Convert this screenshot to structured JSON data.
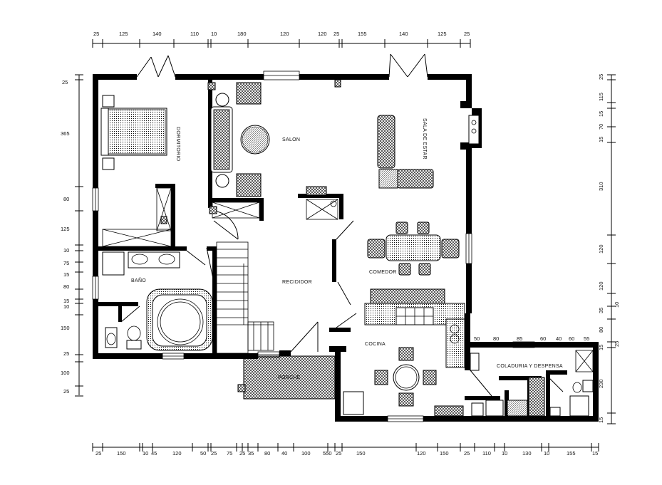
{
  "rooms": {
    "dormitorio": "DORMITORIO",
    "salon": "SALON",
    "sala_de_estar": "SALA DE ESTAR",
    "bano": "BAÑO",
    "recibidor": "RECIDIDOR",
    "comedor": "COMEDOR",
    "cocina": "COCINA",
    "coladuria": "COLADURIA Y DESPENSA",
    "porche": "PORCHE"
  },
  "dimensions": {
    "top": [
      "25",
      "125",
      "140",
      "110",
      "10",
      "180",
      "120",
      "120",
      "25",
      "155",
      "140",
      "125",
      "25"
    ],
    "bottom": [
      "25",
      "150",
      "10",
      "45",
      "120",
      "50",
      "25",
      "75",
      "25",
      "35",
      "80",
      "40",
      "100",
      "550",
      "25",
      "150",
      "120",
      "150",
      "25",
      "110",
      "10",
      "130",
      "10",
      "155",
      "15"
    ],
    "left": [
      "25",
      "365",
      "80",
      "125",
      "10",
      "75",
      "15",
      "80",
      "15",
      "10",
      "150",
      "25",
      "100",
      "25"
    ],
    "right": [
      "25",
      "115",
      "15",
      "70",
      "15",
      "310",
      "120",
      "120",
      "35",
      "80",
      "15",
      "230",
      "15"
    ],
    "right_extra": [
      "10",
      "25"
    ],
    "service": [
      "50",
      "80",
      "85",
      "60",
      "40",
      "60",
      "55"
    ]
  },
  "colors": {
    "ink": "#000000",
    "paper": "#ffffff"
  }
}
